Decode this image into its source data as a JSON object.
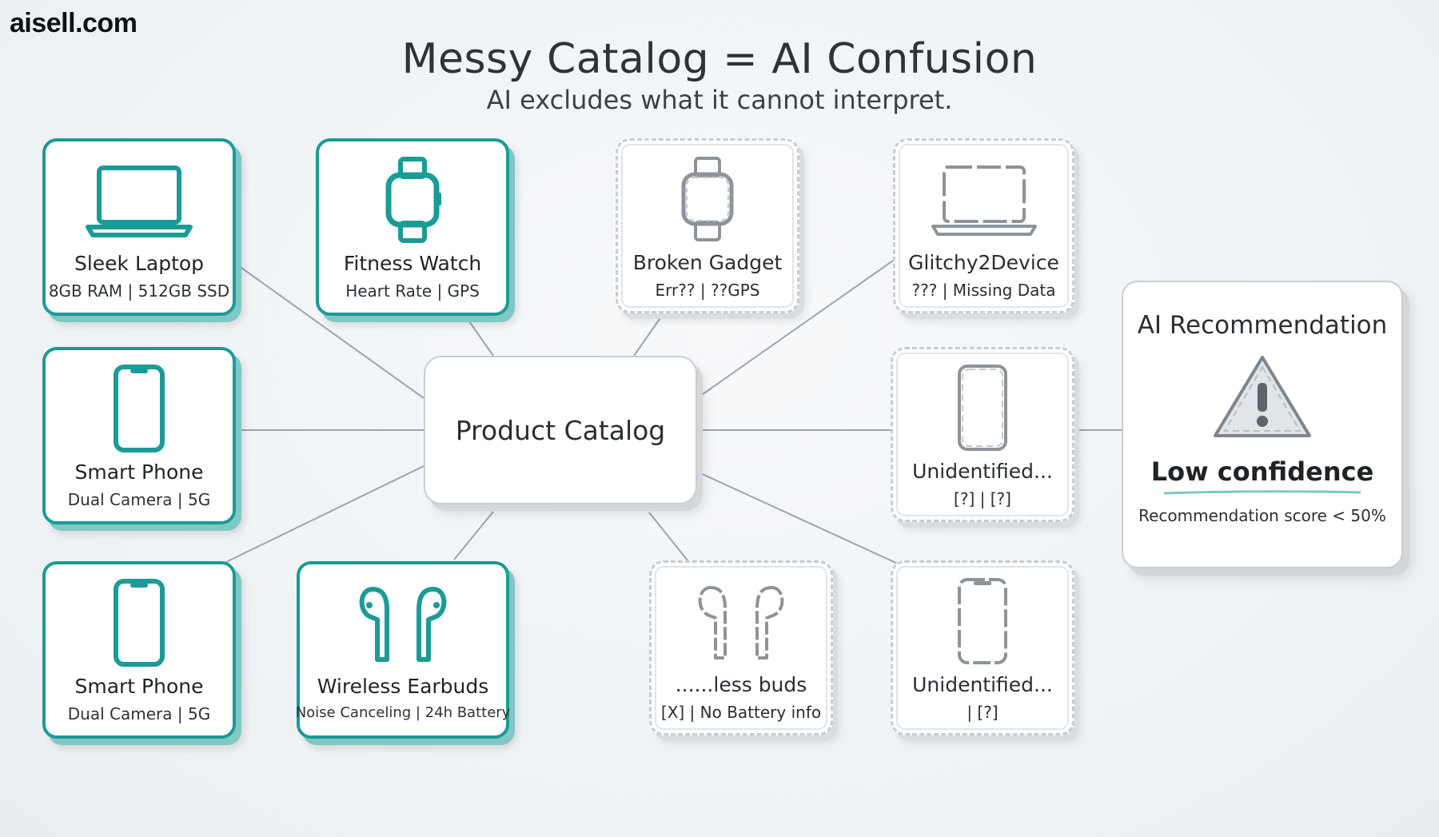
{
  "brand": {
    "logo_text": "aisell.com"
  },
  "header": {
    "title": "Messy Catalog = AI Confusion",
    "subtitle": "AI excludes what it cannot interpret."
  },
  "center_node": {
    "label": "Product Catalog"
  },
  "products": [
    {
      "name": "Sleek Laptop",
      "specs": "8GB RAM | 512GB SSD",
      "icon": "laptop-icon",
      "status": "clear"
    },
    {
      "name": "Fitness Watch",
      "specs": "Heart Rate | GPS",
      "icon": "watch-icon",
      "status": "clear"
    },
    {
      "name": "Smart Phone",
      "specs": "Dual Camera | 5G",
      "icon": "phone-icon",
      "status": "clear"
    },
    {
      "name": "Smart Phone",
      "specs": "Dual Camera | 5G",
      "icon": "phone-icon",
      "status": "clear"
    },
    {
      "name": "Wireless Earbuds",
      "specs": "Noise Canceling | 24h Battery",
      "icon": "earbuds-icon",
      "status": "clear"
    },
    {
      "name": "Broken Gadget",
      "specs": "Err?? | ??GPS",
      "icon": "watch-icon",
      "status": "glitched"
    },
    {
      "name": "Glitchy2Device",
      "specs": "??? | Missing Data",
      "icon": "laptop-icon",
      "status": "glitched"
    },
    {
      "name": "Unidentified...",
      "specs": "[?] | [?]",
      "icon": "phone-icon",
      "status": "glitched"
    },
    {
      "name": "......less buds",
      "specs": "[X] | No Battery info",
      "icon": "earbuds-icon",
      "status": "glitched"
    },
    {
      "name": "Unidentified...",
      "specs": "| [?]",
      "icon": "phone-icon",
      "status": "glitched"
    }
  ],
  "recommendation": {
    "title": "AI Recommendation",
    "icon": "warning-icon",
    "confidence_label": "Low confidence",
    "score_text": "Recommendation score < 50%"
  },
  "colors": {
    "teal_border": "#1b9b96",
    "teal_shadow": "#7fc8c4",
    "grey_border": "#c8cdd1",
    "connector": "#9ea4a9"
  }
}
